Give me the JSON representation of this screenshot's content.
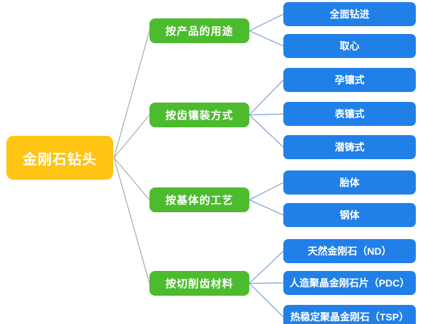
{
  "diagram": {
    "root": {
      "label": "金刚石钻头"
    },
    "groups": [
      {
        "label": "按产品的用途",
        "children": [
          "全面钻进",
          "取心"
        ]
      },
      {
        "label": "按齿镶装方式",
        "children": [
          "孕镶式",
          "表镶式",
          "潜铸式"
        ]
      },
      {
        "label": "按基体的工艺",
        "children": [
          "胎体",
          "钢体"
        ]
      },
      {
        "label": "按切削齿材料",
        "children": [
          "天然金刚石（ND）",
          "人造聚晶金刚石片（PDC）",
          "热稳定聚晶金刚石（TSP）"
        ]
      }
    ],
    "colors": {
      "root_bg": "#FFC414",
      "branch_bg": "#4DBB2E",
      "leaf_bg": "#2080E8",
      "root_link": "#A9B2A6",
      "leaf_link": "#7FA9DA",
      "text": "#FFFFFF"
    }
  }
}
